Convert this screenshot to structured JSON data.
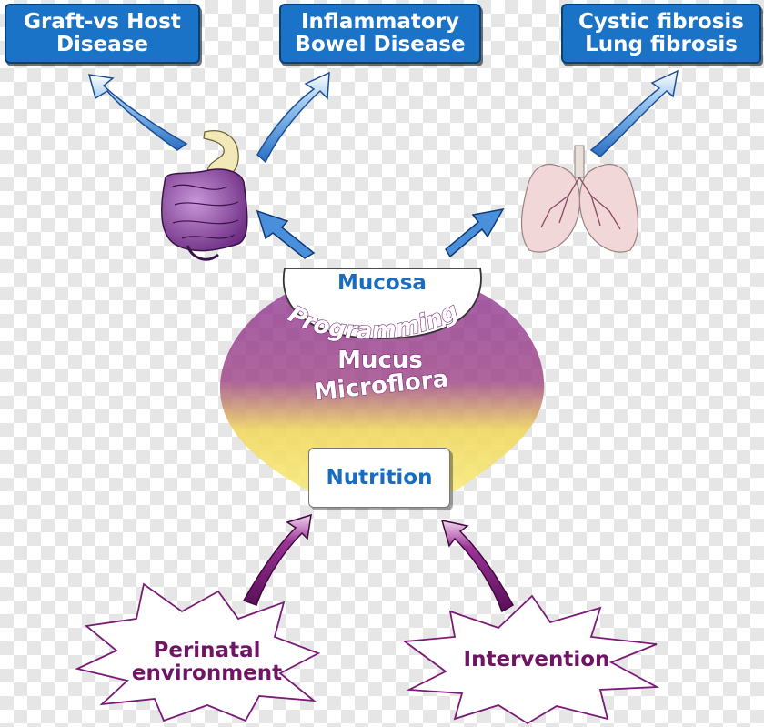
{
  "outcomes": {
    "gvhd": [
      "Graft-vs Host",
      "Disease"
    ],
    "ibd": [
      "Inflammatory",
      "Bowel Disease"
    ],
    "cf": [
      "Cystic fibrosis",
      "Lung fibrosis"
    ]
  },
  "center": {
    "mucosa": "Mucosa",
    "programming": "Programming",
    "mucus": "Mucus",
    "microflora": "Microflora",
    "nutrition": "Nutrition"
  },
  "inputs": {
    "perinatal": [
      "Perinatal",
      "environment"
    ],
    "intervention": "Intervention"
  },
  "icons": [
    "intestine-icon",
    "lungs-icon"
  ],
  "colors": {
    "box_blue": "#1a73c7",
    "label_blue": "#1a6cc0",
    "purple": "#7a1a76",
    "yellow": "#f5e36a"
  }
}
